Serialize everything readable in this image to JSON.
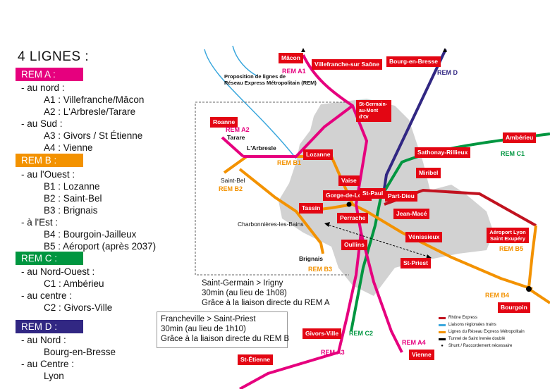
{
  "panel": {
    "title": "4 LIGNES :",
    "rem_a": {
      "badge": "REM A :",
      "color": "#e6007e",
      "l1": "- au nord :",
      "a1": "A1 : Villefranche/Mâcon",
      "a2": "A2 : L'Arbresle/Tarare",
      "l2": "- au Sud :",
      "a3": "A3 : Givors / St Étienne",
      "a4": "A4 : Vienne"
    },
    "rem_b": {
      "badge": "REM B :",
      "color": "#f39200",
      "l1": "- au l'Ouest :",
      "b1": "B1 : Lozanne",
      "b2": "B2 : Saint-Bel",
      "b3": "B3 : Brignais",
      "l2": "- à l'Est :",
      "b4": "B4 : Bourgoin-Jailleux",
      "b5": "B5 : Aéroport (après 2037)"
    },
    "rem_c": {
      "badge": "REM C :",
      "color": "#009640",
      "l1": "- au Nord-Ouest :",
      "c1": "C1 : Ambérieu",
      "l2": "- au centre :",
      "c2": "C2 : Givors-Ville"
    },
    "rem_d": {
      "badge": "REM D :",
      "color": "#312783",
      "l1": "- au Nord :",
      "d1": "Bourg-en-Bresse",
      "l2": "- au Centre :",
      "d2": "Lyon"
    }
  },
  "map": {
    "heading1": "Proposition de lignes de",
    "heading2": "Réseau Express Métropolitain (REM)",
    "stations": {
      "macon": "Mâcon",
      "villefranche": "Villefranche-sur Saône",
      "bourg": "Bourg-en-Bresse",
      "st_germain": "St-Germain-au-Mont d'Or",
      "roanne": "Roanne",
      "lozanne": "Lozanne",
      "amberieu": "Ambérieu",
      "sathonay": "Sathonay-Rillieux",
      "miribel": "Miribel",
      "vaise": "Vaise",
      "gorge": "Gorge-de-Loup",
      "st_paul": "St-Paul",
      "part_dieu": "Part-Dieu",
      "jean_mace": "Jean-Macé",
      "tassin": "Tassin",
      "perrache": "Perrache",
      "venissieux": "Vénissieux",
      "aeroport": "Aéroport Lyon Saint Exupéry",
      "oullins": "Oullins",
      "st_priest": "St-Priest",
      "bourgoin": "Bourgoin",
      "givors": "Givors-Ville",
      "vienne": "Vienne",
      "st_etienne": "St-Étienne"
    },
    "places": {
      "arbresle": "L'Arbresle",
      "tarare": "Tarare",
      "saint_bel": "Saint-Bel",
      "charbonnieres": "Charbonnières-les-Bains",
      "brignais": "Brignais"
    },
    "lines": {
      "a1": "REM A1",
      "a2": "REM A2",
      "a3": "REM A3",
      "a4": "REM A4",
      "b1": "REM B1",
      "b2": "REM B2",
      "b3": "REM B3",
      "b4": "REM B4",
      "b5": "REM B5",
      "c1": "REM C1",
      "c2": "REM C2",
      "d": "REM D"
    },
    "note1": {
      "l1": "Saint-Germain > Irigny",
      "l2": "30min (au lieu de 1h08)",
      "l3": "Grâce à la liaison directe du REM A"
    },
    "note2": {
      "l1": "Francheville > Saint-Priest",
      "l2": "30min (au lieu de 1h10)",
      "l3": "Grâce à la liaison directe du REM B"
    },
    "legend": {
      "rhone_express": "Rhône Express",
      "regionales": "Liaisons régionales trains",
      "reseau": "Lignes du Réseau Express Métropolitain",
      "tunnel": "Tunnel de Saint Irenée doublé",
      "shunt": "Shunt / Raccordement nécessaire"
    },
    "colors": {
      "rem_a": "#e6007e",
      "rem_b": "#f39200",
      "rem_c": "#009640",
      "rem_d": "#312783",
      "rhone_express": "#c1121f",
      "regional": "#3aa7dd",
      "urban": "#cfcfcf",
      "label": "#e30613"
    }
  }
}
